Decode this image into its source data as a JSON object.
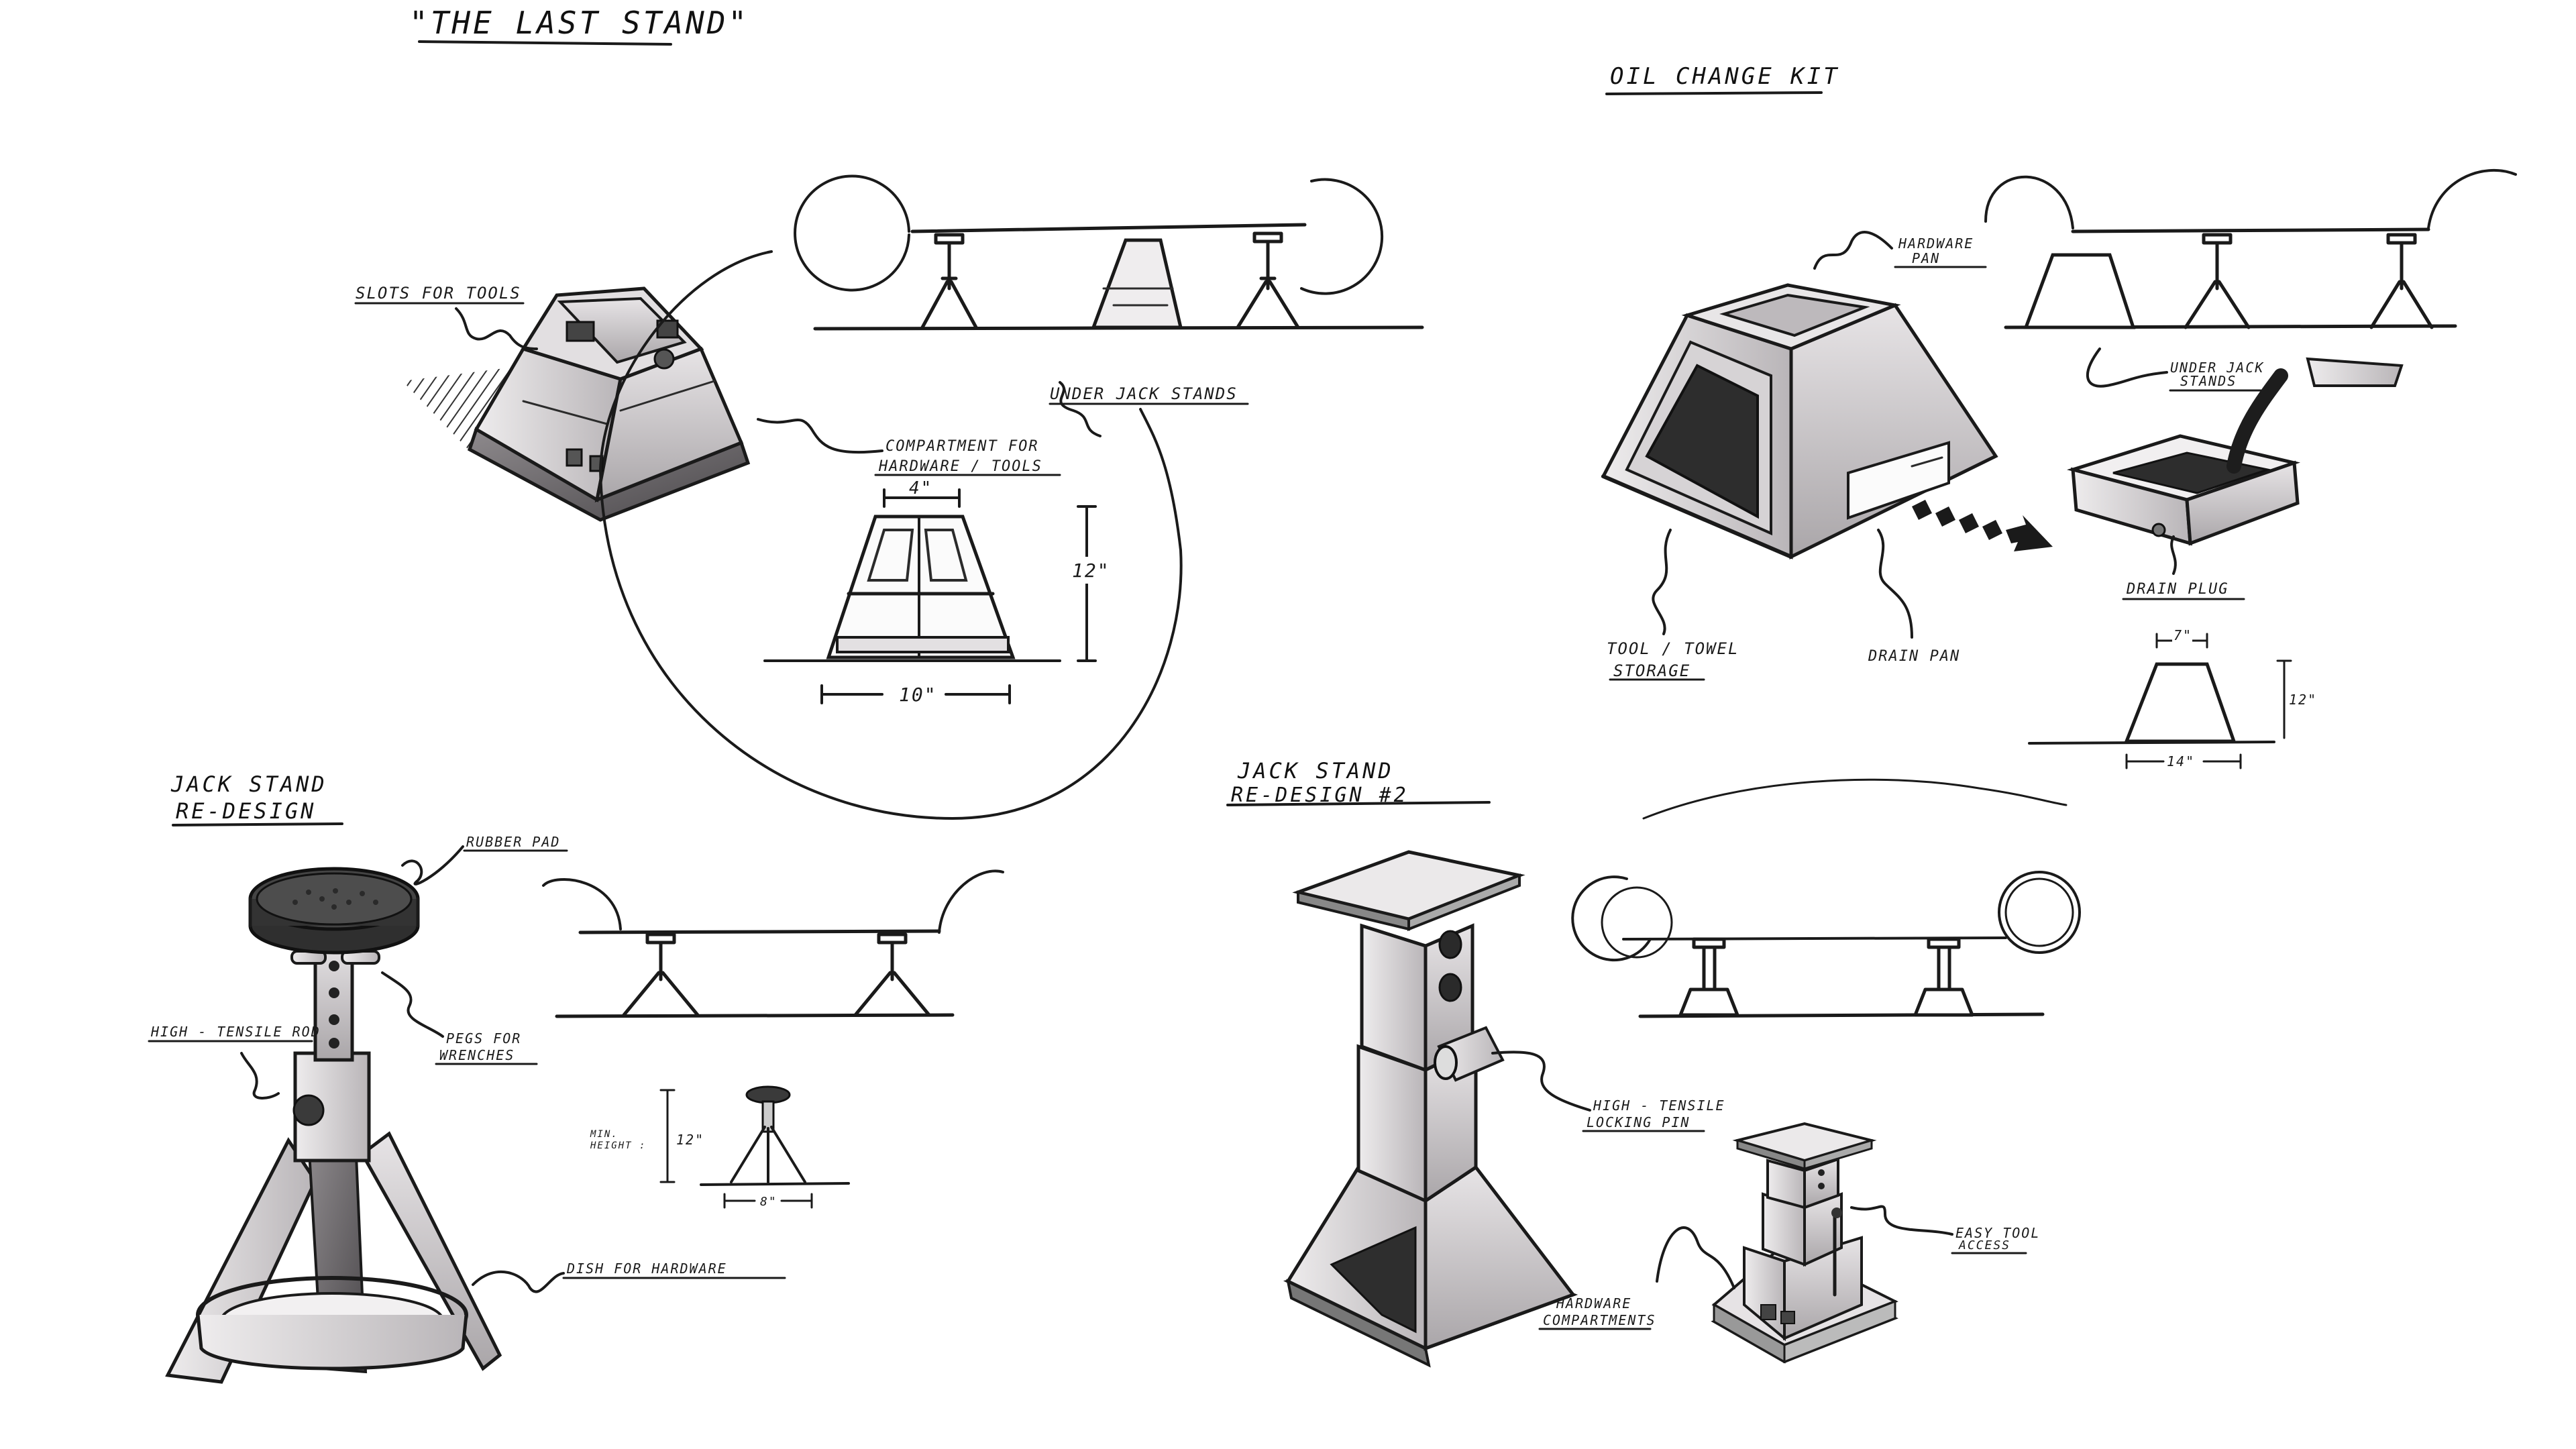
{
  "titles": {
    "main": "\"THE LAST STAND\"",
    "oil_kit": "OIL CHANGE KIT",
    "jack1_line1": "JACK STAND",
    "jack1_line2": "RE-DESIGN",
    "jack2_line1": "JACK STAND",
    "jack2_line2": "RE-DESIGN #2"
  },
  "annotations": {
    "slots_for_tools": "SLOTS FOR TOOLS",
    "under_jack_stands_1": "UNDER JACK STANDS",
    "compartment_line1": "COMPARTMENT FOR",
    "compartment_line2": "HARDWARE / TOOLS",
    "hardware_pan_line1": "HARDWARE",
    "hardware_pan_line2": "PAN",
    "under_jack_stands_2_line1": "UNDER JACK",
    "under_jack_stands_2_line2": "STANDS",
    "tool_towel_line1": "TOOL / TOWEL",
    "tool_towel_line2": "STORAGE",
    "drain_pan": "DRAIN PAN",
    "drain_plug": "DRAIN PLUG",
    "rubber_pad": "RUBBER PAD",
    "high_tensile_rod": "HIGH - TENSILE ROD",
    "pegs_line1": "PEGS FOR",
    "pegs_line2": "WRENCHES",
    "dish_for_hardware": "DISH FOR HARDWARE",
    "min_height_line1": "MIN.",
    "min_height_line2": "HEIGHT :",
    "locking_pin_line1": "HIGH - TENSILE",
    "locking_pin_line2": "LOCKING PIN",
    "easy_tool_line1": "EASY TOOL",
    "easy_tool_line2": "ACCESS",
    "hw_comp_line1": "HARDWARE",
    "hw_comp_line2": "COMPARTMENTS"
  },
  "dimensions": {
    "last_stand_top": "4\"",
    "last_stand_height": "12\"",
    "last_stand_bottom": "10\"",
    "oil_top": "7\"",
    "oil_height": "12\"",
    "oil_bottom": "14\"",
    "jack_min_height": "12\"",
    "jack_base": "8\""
  },
  "colors": {
    "ink": "#1a1a1a",
    "marker_light": "#d9d6d8",
    "marker_mid": "#a9a5a8",
    "marker_dark": "#3a3a3a",
    "paper": "#ffffff"
  }
}
